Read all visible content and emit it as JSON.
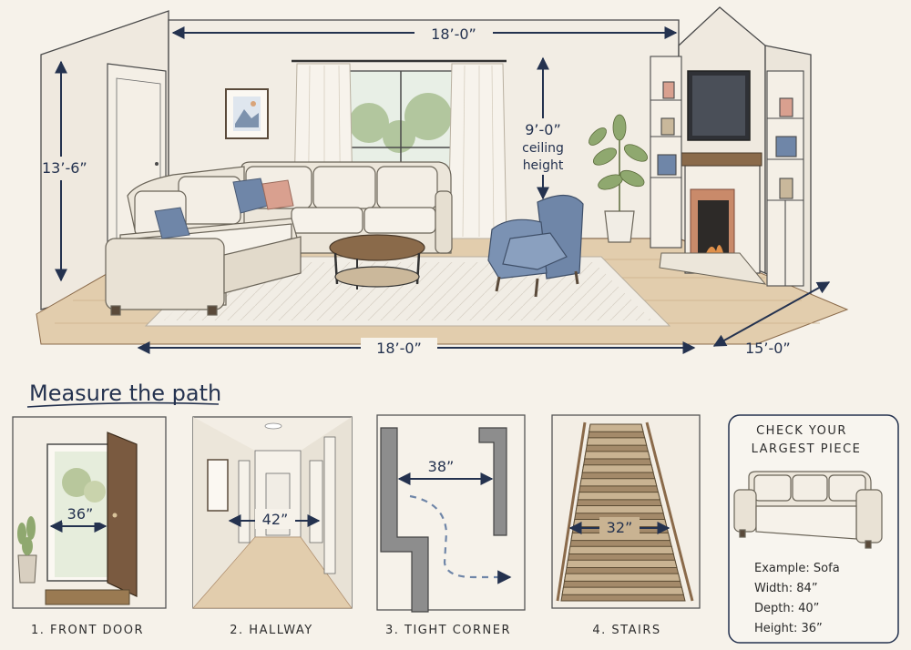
{
  "room": {
    "top_width": "18’-0”",
    "wall_height": "13’-6”",
    "ceiling_value": "9’-0”",
    "ceiling_line1": "ceiling",
    "ceiling_line2": "height",
    "floor_width": "18’-0”",
    "depth": "15’-0”"
  },
  "section_title": "Measure the path",
  "path_panels": [
    {
      "measure": "36”",
      "caption": "1. FRONT DOOR"
    },
    {
      "measure": "42”",
      "caption": "2. HALLWAY"
    },
    {
      "measure": "38”",
      "caption": "3. TIGHT CORNER"
    },
    {
      "measure": "32”",
      "caption": "4. STAIRS"
    }
  ],
  "check_card": {
    "heading_line1": "CHECK YOUR",
    "heading_line2": "LARGEST PIECE",
    "example": "Example: Sofa",
    "width": "Width: 84”",
    "depth": "Depth: 40”",
    "height": "Height: 36”"
  },
  "colors": {
    "accent": "#24324f",
    "paper": "#f6f2ea",
    "sofa": "#ece6da",
    "chair": "#6f86a8",
    "wood": "#8a6a4a"
  }
}
